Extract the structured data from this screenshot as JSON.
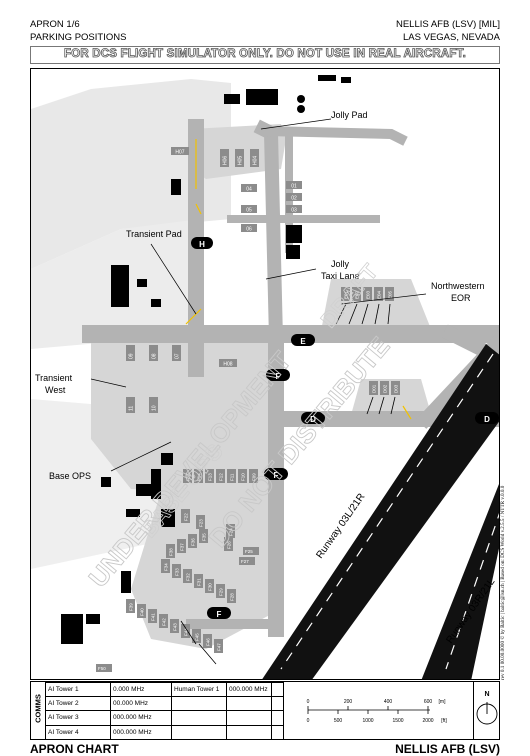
{
  "header": {
    "chart_name": "APRON 1/6",
    "chart_subtitle": "PARKING POSITIONS",
    "airport": "NELLIS AFB (LSV) [MIL]",
    "location": "LAS VEGAS, NEVADA"
  },
  "warning": "FOR DCS FLIGHT SIMULATOR ONLY. DO NOT USE IN REAL AIRCRAFT.",
  "watermark": [
    "UNDER DEVELOPMENT",
    "DO NOT DISTRIBUTE",
    "DRAFT",
    "BASE OPS"
  ],
  "map": {
    "labels": {
      "jolly_pad": "Jolly Pad",
      "transient_pad": "Transient Pad",
      "jolly_taxi_1": "Jolly",
      "jolly_taxi_2": "Taxi Lane",
      "nw_eor_1": "Northwestern",
      "nw_eor_2": "EOR",
      "transient_west_1": "Transient",
      "transient_west_2": "West",
      "base_ops": "Base OPS",
      "runway_1": "Runway 03L/21R",
      "runway_2": "Runway 03R/21L"
    },
    "taxiways": [
      "H",
      "E",
      "F",
      "D",
      "F",
      "F",
      "D"
    ],
    "helipads": [
      "H07",
      "H08"
    ],
    "jolly_spots": [
      "H06",
      "H05",
      "H04"
    ],
    "jolly_row_left": [
      "04",
      "05",
      "06"
    ],
    "jolly_row_right": [
      "01",
      "02",
      "03"
    ],
    "transient_spots": [
      "09",
      "08",
      "07",
      "11",
      "10"
    ],
    "eor_nw": [
      "E01",
      "E02",
      "E03",
      "E04",
      "E05"
    ],
    "eor_d": [
      "D01",
      "D02",
      "D03"
    ],
    "f_row_1": [
      "F15",
      "F14",
      "F13",
      "F12",
      "F11",
      "F10",
      "F09"
    ],
    "f_row_2": [
      "F22",
      "F23",
      "F24",
      "F25",
      "F26",
      "F27"
    ],
    "f_diag": [
      "F38",
      "F37",
      "F36",
      "F35",
      "F34",
      "F33",
      "F32",
      "F31",
      "F30",
      "F29",
      "F28"
    ],
    "f_lower": [
      "F39",
      "F40",
      "F41",
      "F42",
      "F43",
      "F44",
      "F45",
      "F46",
      "F47"
    ],
    "f_bottom": "F50"
  },
  "comms": {
    "tag": "COMMS",
    "rows": [
      {
        "name": "AI Tower 1",
        "freq": "0.000 MHz"
      },
      {
        "name": "AI Tower 2",
        "freq": "00.000 MHz"
      },
      {
        "name": "AI Tower 3",
        "freq": "000.000 MHz"
      },
      {
        "name": "AI Tower 4",
        "freq": "000.000 MHz"
      }
    ],
    "extra_name": "Human Tower 1",
    "extra_freq": "000.000 MHz"
  },
  "scale": {
    "meters_ticks": [
      "0",
      "200",
      "400",
      "600"
    ],
    "meters_unit": "[m]",
    "feet_ticks": [
      "0",
      "500",
      "1000",
      "1500",
      "2000"
    ],
    "feet_unit": "[ft]"
  },
  "north": "N",
  "footer": {
    "left": "APRON CHART",
    "right": "NELLIS AFB (LSV)",
    "side_text": "rev 0.1   00.00.0000  © by Baltic | baltic@lsn.ch  |  Based on: DCS World v.2.5.5 / NTTR v.0.0.0"
  },
  "colors": {
    "taxiway": "#b3b3b3",
    "apron": "#d6d6d6",
    "runway": "#111111",
    "marking": "#f2c200",
    "building": "#000000"
  }
}
